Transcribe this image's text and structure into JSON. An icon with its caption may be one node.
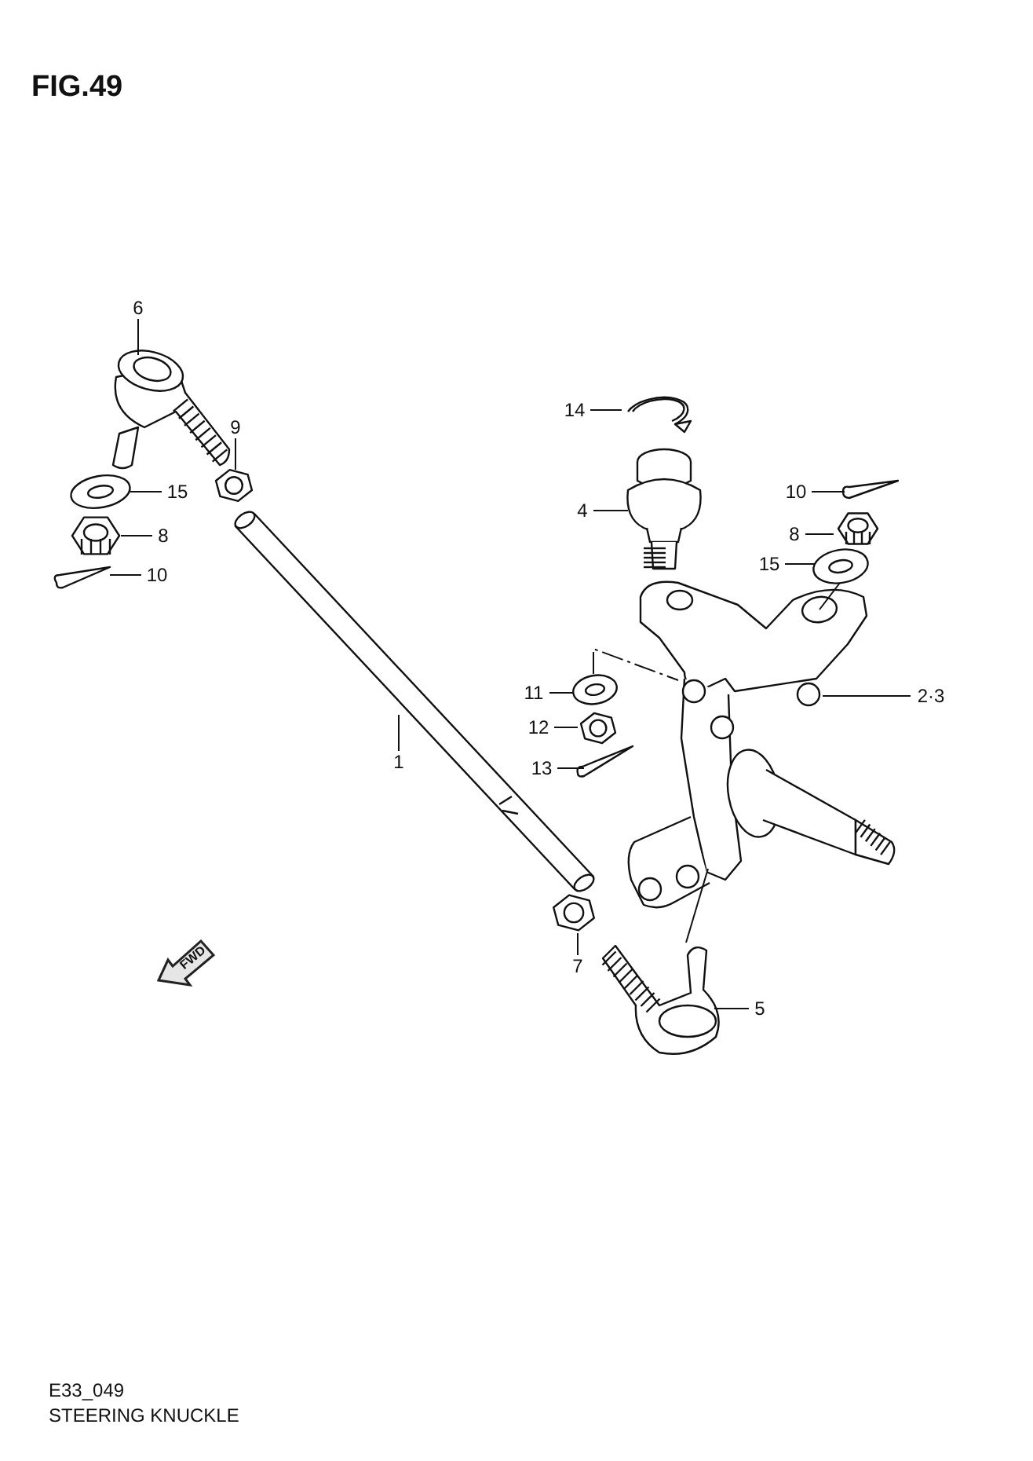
{
  "diagram": {
    "title": "FIG.49",
    "caption": "STEERING KNUCKLE",
    "nodes": [
      {
        "text": [
          "6"
        ]
      },
      {
        "text": [],
        "shape": "picture"
      },
      {
        "text": [
          "9"
        ]
      },
      {
        "text": [],
        "shape": "picture"
      },
      {
        "text": [
          "15"
        ]
      },
      {
        "text": [],
        "shape": "picture"
      },
      {
        "text": [
          "8"
        ]
      },
      {
        "text": [],
        "shape": "picture"
      },
      {
        "text": [
          "10"
        ]
      },
      {
        "text": [],
        "shape": "picture"
      },
      {
        "text": [
          "14"
        ]
      },
      {
        "text": [],
        "shape": "picture"
      },
      {
        "text": [
          "4"
        ]
      },
      {
        "text": [],
        "shape": "picture"
      },
      {
        "text": [
          "10"
        ]
      },
      {
        "text": [],
        "shape": "picture"
      },
      {
        "text": [
          "8"
        ]
      },
      {
        "text": [],
        "shape": "picture"
      },
      {
        "text": [
          "15"
        ]
      },
      {
        "text": [],
        "shape": "picture"
      },
      {
        "text": [
          "11"
        ]
      },
      {
        "text": [],
        "shape": "picture"
      },
      {
        "text": [
          "2·3"
        ]
      },
      {
        "text": [],
        "shape": "picture"
      },
      {
        "text": [
          "12"
        ]
      },
      {
        "text": [],
        "shape": "picture"
      },
      {
        "text": [
          "13"
        ]
      },
      {
        "text": [],
        "shape": "picture"
      },
      {
        "text": [
          "1"
        ]
      },
      {
        "text": [],
        "shape": "picture"
      },
      {
        "text": [
          "7"
        ]
      },
      {
        "text": [],
        "shape": "picture"
      },
      {
        "text": [
          "5"
        ]
      },
      {
        "text": [],
        "shape": "picture"
      }
    ],
    "edges": [
      {
        "from": 0,
        "to": 1,
        "arrow": "none"
      },
      {
        "from": 2,
        "to": 3,
        "arrow": "none"
      },
      {
        "from": 4,
        "to": 5,
        "arrow": "none"
      },
      {
        "from": 6,
        "to": 7,
        "arrow": "none"
      },
      {
        "from": 8,
        "to": 9,
        "arrow": "none"
      },
      {
        "from": 10,
        "to": 11,
        "arrow": "none"
      },
      {
        "from": 12,
        "to": 13,
        "arrow": "none"
      },
      {
        "from": 14,
        "to": 15,
        "arrow": "none"
      },
      {
        "from": 16,
        "to": 17,
        "arrow": "none"
      },
      {
        "from": 18,
        "to": 19,
        "arrow": "none"
      },
      {
        "from": 20,
        "to": 21,
        "arrow": "none"
      },
      {
        "from": 22,
        "to": 23,
        "arrow": "none"
      },
      {
        "from": 24,
        "to": 25,
        "arrow": "none"
      },
      {
        "from": 26,
        "to": 27,
        "arrow": "none"
      },
      {
        "from": 28,
        "to": 29,
        "arrow": "none"
      },
      {
        "from": 30,
        "to": 31,
        "arrow": "none"
      },
      {
        "from": 32,
        "to": 33,
        "arrow": "none"
      },
      {
        "from": 19,
        "to": 23,
        "arrow": "none"
      },
      {
        "from": 23,
        "to": 33,
        "arrow": "none"
      },
      {
        "from": 21,
        "to": 23,
        "arrow": "none",
        "style": "dashed"
      }
    ],
    "labels": [
      "FWD",
      "E33_049"
    ]
  }
}
